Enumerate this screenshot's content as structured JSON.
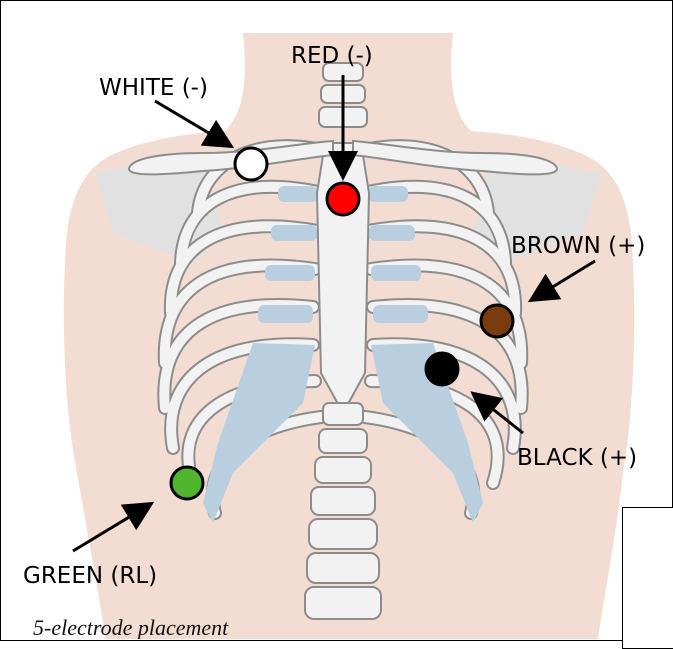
{
  "caption": "5-electrode placement",
  "electrodes": [
    {
      "id": "white",
      "label": "WHITE (-)",
      "color": "#ffffff"
    },
    {
      "id": "red",
      "label": "RED (-)",
      "color": "#ff0000"
    },
    {
      "id": "brown",
      "label": "BROWN (+)",
      "color": "#7a3b0f"
    },
    {
      "id": "black",
      "label": "BLACK (+)",
      "color": "#000000"
    },
    {
      "id": "green",
      "label": "GREEN (RL)",
      "color": "#4fb52c"
    }
  ],
  "colors": {
    "skin": "#f3ddd3",
    "bone": "#f2f2f2",
    "bone_stroke": "#8c8c8c",
    "cartilage": "#b9cfe0",
    "scapula": "#e1e1e1"
  }
}
